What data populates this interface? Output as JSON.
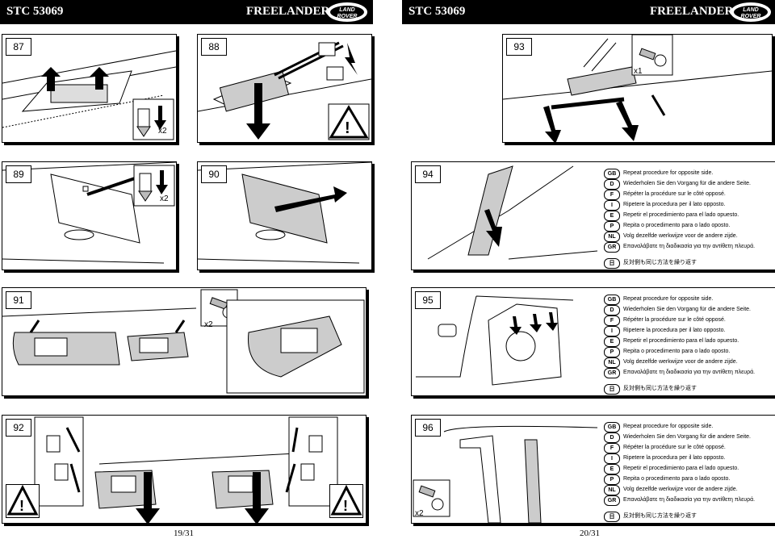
{
  "left_page": {
    "doc_code": "STC 53069",
    "model": "FREELANDER",
    "logo_text": "LAND ROVER",
    "page_number": "19/31",
    "steps": [
      {
        "number": "87",
        "quantity": "x2"
      },
      {
        "number": "88"
      },
      {
        "number": "89",
        "quantity": "x2"
      },
      {
        "number": "90"
      },
      {
        "number": "91",
        "quantity": "x2"
      },
      {
        "number": "92"
      }
    ]
  },
  "right_page": {
    "doc_code": "STC 53069",
    "model": "FREELANDER",
    "logo_text": "LAND ROVER",
    "page_number": "20/31",
    "steps": [
      {
        "number": "93",
        "quantity": "x1"
      },
      {
        "number": "94"
      },
      {
        "number": "95"
      },
      {
        "number": "96",
        "quantity": "x2"
      }
    ]
  },
  "instructions": [
    {
      "code": "GB",
      "text": "Repeat procedure for opposite side."
    },
    {
      "code": "D",
      "text": "Wiederholen Sie den Vorgang für die andere Seite."
    },
    {
      "code": "F",
      "text": "Répéter la procédure sur le côté opposé."
    },
    {
      "code": "I",
      "text": "Ripetere la procedura per il lato opposto."
    },
    {
      "code": "E",
      "text": "Repetir el procedimiento para el lado opuesto."
    },
    {
      "code": "P",
      "text": "Repita o procedimento para o lado oposto."
    },
    {
      "code": "NL",
      "text": "Volg dezelfde werkwijze voor de andere zijde."
    },
    {
      "code": "GR",
      "text": "Επαναλάβατε τη διαδικασία για την αντίθετη πλευρά."
    },
    {
      "code": "日",
      "text": "反対側も同じ方法を繰り返す"
    }
  ],
  "colors": {
    "ink": "#000000",
    "paper": "#ffffff",
    "shade": "#c8c8c8"
  }
}
